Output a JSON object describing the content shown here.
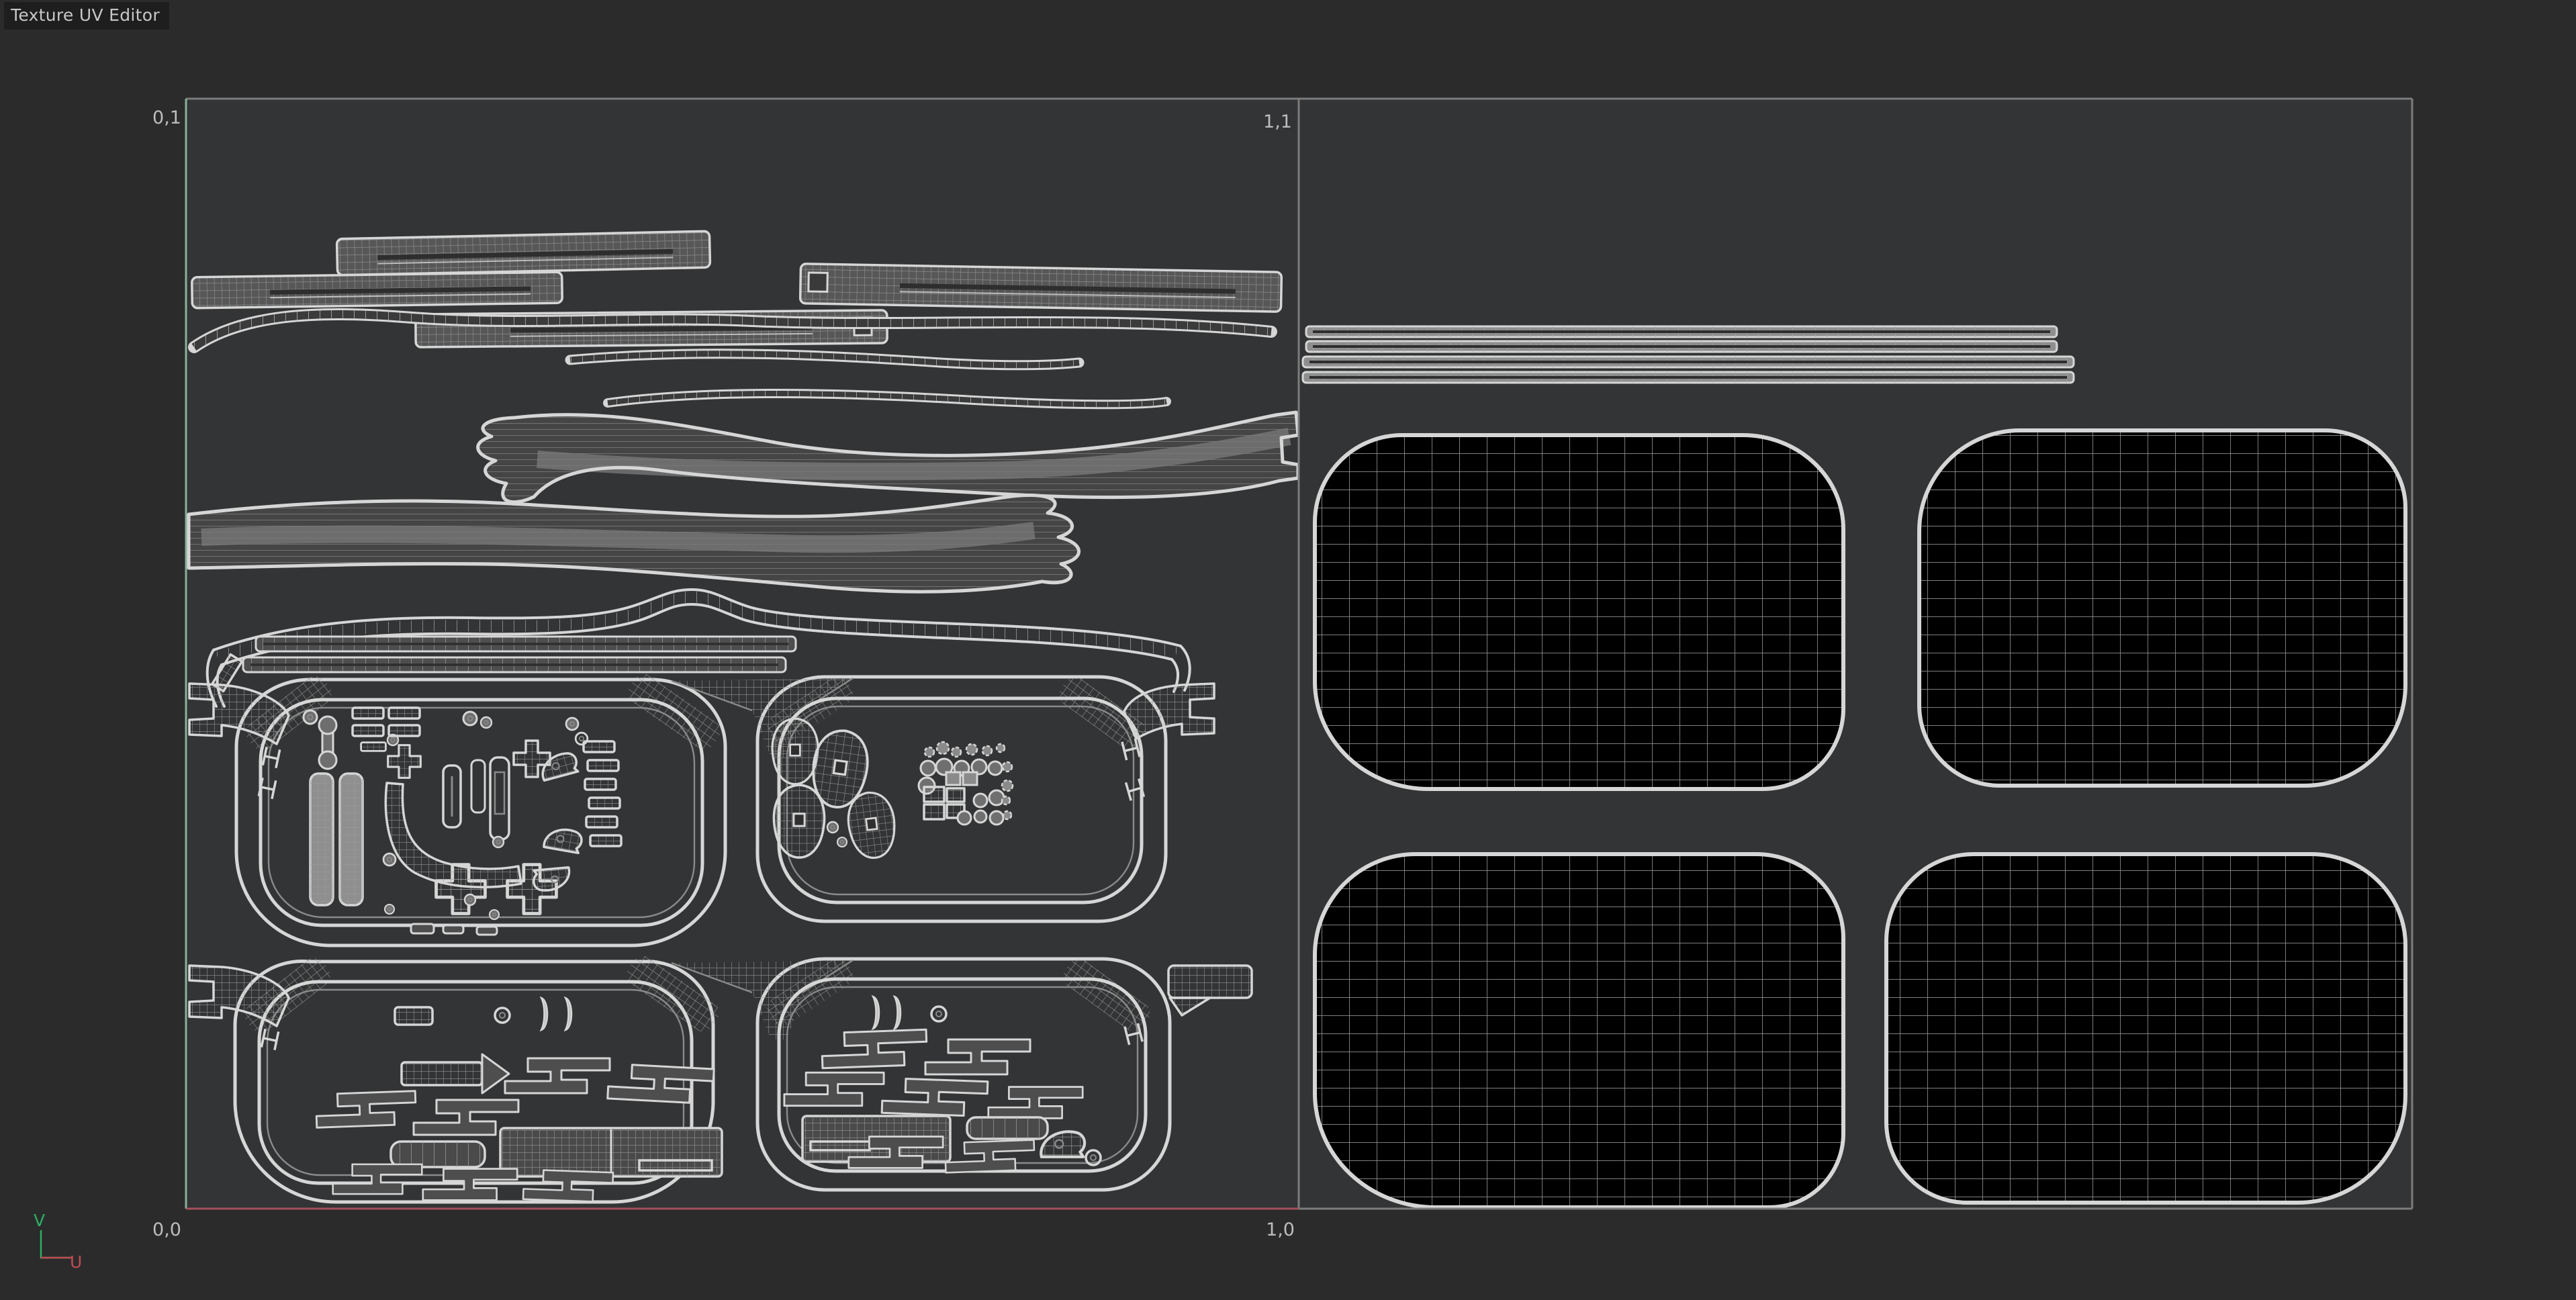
{
  "window": {
    "title": "Texture UV Editor"
  },
  "uv_editor": {
    "corner_labels": {
      "top_left": "0,1",
      "top_right": "1,1",
      "bottom_left": "0,0",
      "bottom_right": "1,0"
    },
    "axis_gizmo": {
      "v_label": "V",
      "u_label": "U"
    },
    "islands": [
      "temple-strip-bar-1",
      "temple-strip-bar-2",
      "temple-strip-bar-3",
      "temple-strip-bar-4",
      "thin-wavy-strip-1",
      "thin-wavy-strip-2",
      "thin-wavy-strip-3",
      "temple-arm-left",
      "temple-arm-right",
      "brow-trim-piece",
      "ladder-bar-1",
      "ladder-bar-2",
      "frame-front-top",
      "frame-front-bottom",
      "hardware-cluster",
      "nose-pads",
      "gear-screw-cluster",
      "zigzag-hinge-parts-left",
      "zigzag-hinge-parts-right",
      "lens-strip-1",
      "lens-strip-2",
      "lens-strip-3",
      "lens-strip-4",
      "lens-top-left",
      "lens-top-right",
      "lens-bottom-left",
      "lens-bottom-right"
    ]
  },
  "colors": {
    "page-bg": "#2b2b2c",
    "canvas-bg": "#333435",
    "tab-bg": "#1e1e1f",
    "title-text": "#c7c7c7",
    "label-text": "#bdbdbd",
    "border-gray": "#7c7c7c",
    "axis-v-green": "#8ab29a",
    "axis-u-red": "#a3505a",
    "gizmo-green": "#2fae64",
    "gizmo-red": "#c14b52",
    "wire": "#d6d6d6",
    "wire-mid": "#9a9a9a",
    "wire-dim": "#8a8a8a",
    "slot-dark": "#2e2e2f"
  }
}
